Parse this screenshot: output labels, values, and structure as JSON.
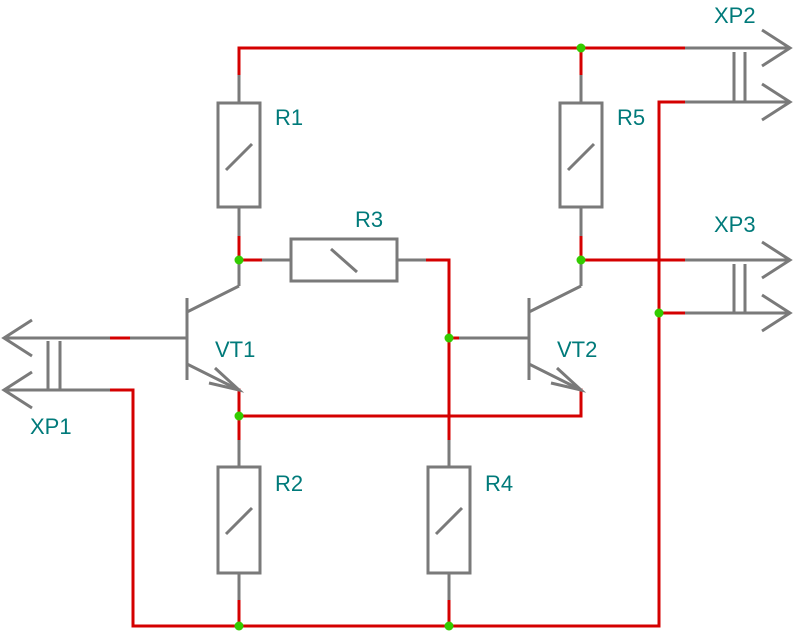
{
  "diagram": {
    "labels": {
      "r1": "R1",
      "r2": "R2",
      "r3": "R3",
      "r4": "R4",
      "r5": "R5",
      "vt1": "VT1",
      "vt2": "VT2",
      "xp1": "XP1",
      "xp2": "XP2",
      "xp3": "XP3"
    },
    "colors": {
      "wire": "#d40000",
      "component": "#7a7a7a",
      "label": "#007a7a",
      "junction": "#33cc00"
    }
  }
}
